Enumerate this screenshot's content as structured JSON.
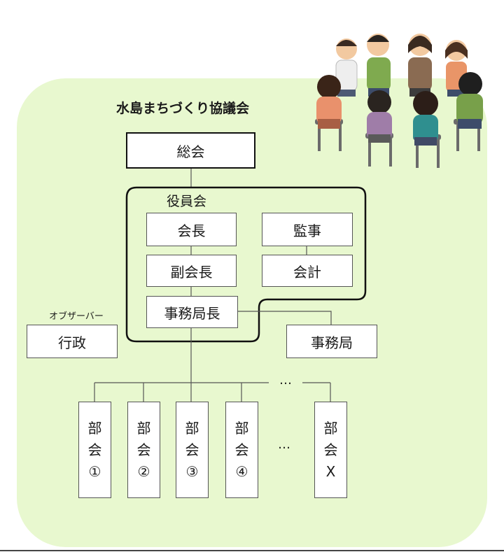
{
  "title": "水島まちづくり協議会",
  "general_assembly": "総会",
  "board": {
    "label": "役員会",
    "chair": "会長",
    "auditor": "監事",
    "vice_chair": "副会長",
    "accountant": "会計"
  },
  "secretary_general": "事務局長",
  "secretariat": "事務局",
  "observer_label": "オブザーバー",
  "administration": "行政",
  "top_dots": "…",
  "mid_dots": "…",
  "subcommittees": [
    {
      "line1": "部",
      "line2": "会",
      "line3": "①"
    },
    {
      "line1": "部",
      "line2": "会",
      "line3": "②"
    },
    {
      "line1": "部",
      "line2": "会",
      "line3": "③"
    },
    {
      "line1": "部",
      "line2": "会",
      "line3": "④"
    },
    {
      "line1": "部",
      "line2": "会",
      "line3": "X"
    }
  ],
  "colors": {
    "background": "#e8f8cf",
    "box_fill": "#ffffff",
    "line": "#555555"
  }
}
